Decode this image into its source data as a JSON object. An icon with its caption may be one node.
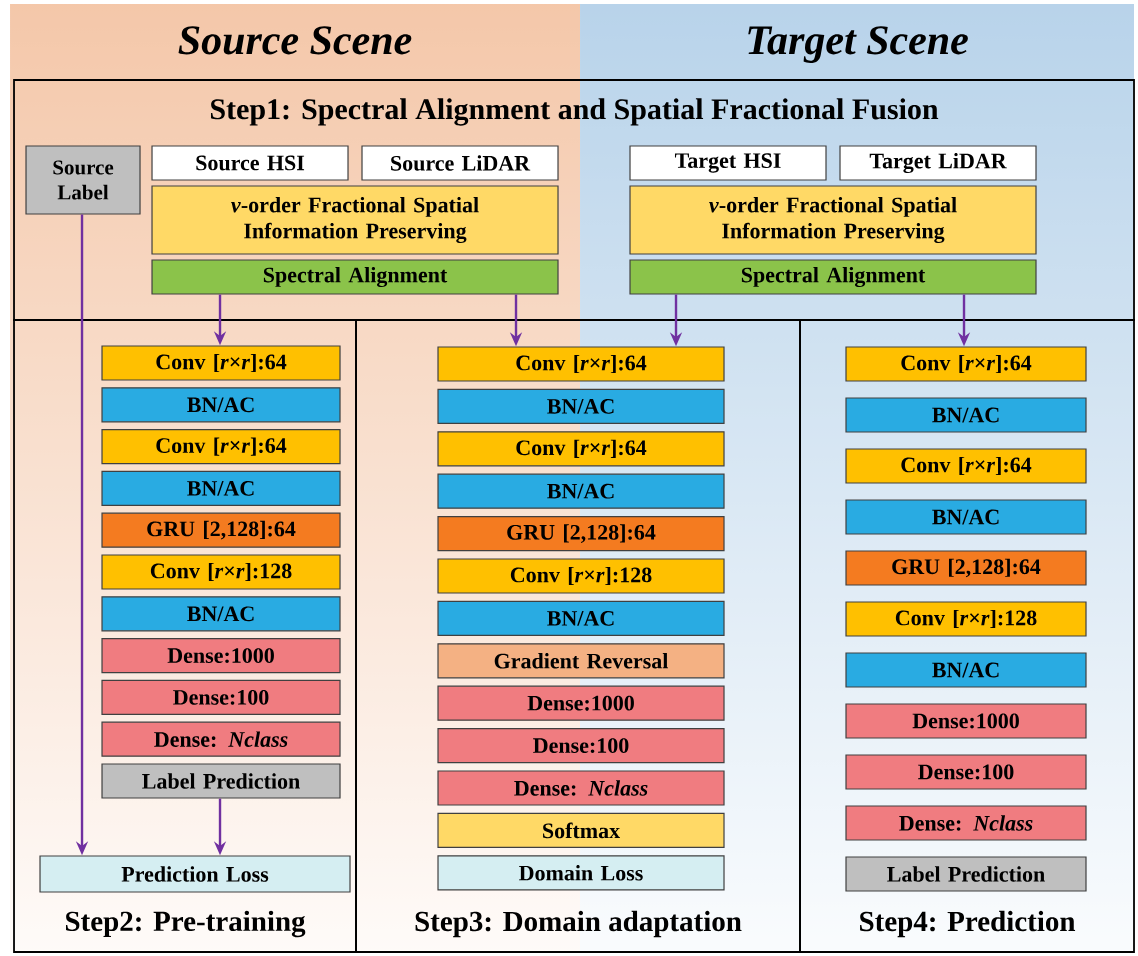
{
  "diagram": {
    "nodes": [
      {
        "text": [
          "Source Scene"
        ]
      },
      {
        "text": [
          "Target Scene"
        ]
      },
      {
        "text": [
          "Step1: Spectral Alignment and Spatial Fractional Fusion"
        ]
      },
      {
        "text": [
          "Source Label"
        ],
        "in": 2
      },
      {
        "text": [
          "Source HSI"
        ],
        "in": 2
      },
      {
        "text": [
          "Source LiDAR"
        ],
        "in": 2
      },
      {
        "text": [
          "*v*-order Fractional Spatial Information Preserving"
        ],
        "in": 2
      },
      {
        "text": [
          "Spectral Alignment"
        ],
        "in": 2
      },
      {
        "text": [
          "Target HSI"
        ],
        "in": 2
      },
      {
        "text": [
          "Target LiDAR"
        ],
        "in": 2
      },
      {
        "text": [
          "*v*-order Fractional Spatial Information Preserving"
        ],
        "in": 2
      },
      {
        "text": [
          "Spectral Alignment"
        ],
        "in": 2
      },
      {
        "text": [
          "Step2: Pre-training"
        ]
      },
      {
        "text": [
          "Conv [*r*×*r*]:64"
        ],
        "in": 12
      },
      {
        "text": [
          "BN/AC"
        ],
        "in": 12
      },
      {
        "text": [
          "Conv [*r*×*r*]:64"
        ],
        "in": 12
      },
      {
        "text": [
          "BN/AC"
        ],
        "in": 12
      },
      {
        "text": [
          "GRU [2,128]:64"
        ],
        "in": 12
      },
      {
        "text": [
          "Conv [*r*×*r*]:128"
        ],
        "in": 12
      },
      {
        "text": [
          "BN/AC"
        ],
        "in": 12
      },
      {
        "text": [
          "Dense:1000"
        ],
        "in": 12
      },
      {
        "text": [
          "Dense:100"
        ],
        "in": 12
      },
      {
        "text": [
          "Dense: *Nclass*"
        ],
        "in": 12
      },
      {
        "text": [
          "Label Prediction"
        ],
        "in": 12
      },
      {
        "text": [
          "Prediction Loss"
        ],
        "in": 12
      },
      {
        "text": [
          "Step3: Domain adaptation"
        ]
      },
      {
        "text": [
          "Conv [*r*×*r*]:64"
        ],
        "in": 25
      },
      {
        "text": [
          "BN/AC"
        ],
        "in": 25
      },
      {
        "text": [
          "Conv [*r*×*r*]:64"
        ],
        "in": 25
      },
      {
        "text": [
          "BN/AC"
        ],
        "in": 25
      },
      {
        "text": [
          "GRU [2,128]:64"
        ],
        "in": 25
      },
      {
        "text": [
          "Conv [*r*×*r*]:128"
        ],
        "in": 25
      },
      {
        "text": [
          "BN/AC"
        ],
        "in": 25
      },
      {
        "text": [
          "Gradient Reversal"
        ],
        "in": 25
      },
      {
        "text": [
          "Dense:1000"
        ],
        "in": 25
      },
      {
        "text": [
          "Dense:100"
        ],
        "in": 25
      },
      {
        "text": [
          "Dense: *Nclass*"
        ],
        "in": 25
      },
      {
        "text": [
          "Softmax"
        ],
        "in": 25
      },
      {
        "text": [
          "Domain Loss"
        ],
        "in": 25
      },
      {
        "text": [
          "Step4: Prediction"
        ]
      },
      {
        "text": [
          "Conv [*r*×*r*]:64"
        ],
        "in": 39
      },
      {
        "text": [
          "BN/AC"
        ],
        "in": 39
      },
      {
        "text": [
          "Conv [*r*×*r*]:64"
        ],
        "in": 39
      },
      {
        "text": [
          "BN/AC"
        ],
        "in": 39
      },
      {
        "text": [
          "GRU [2,128]:64"
        ],
        "in": 39
      },
      {
        "text": [
          "Conv [*r*×*r*]:128"
        ],
        "in": 39
      },
      {
        "text": [
          "BN/AC"
        ],
        "in": 39
      },
      {
        "text": [
          "Dense:1000"
        ],
        "in": 39
      },
      {
        "text": [
          "Dense:100"
        ],
        "in": 39
      },
      {
        "text": [
          "Dense: *Nclass*"
        ],
        "in": 39
      },
      {
        "text": [
          "Label Prediction"
        ],
        "in": 39
      }
    ],
    "edges": [
      {
        "from": 3,
        "to": 24,
        "arrow": "to"
      },
      {
        "from": 23,
        "to": 24,
        "arrow": "to"
      },
      {
        "from": 7,
        "to": 13,
        "arrow": "to"
      },
      {
        "from": 7,
        "to": 26,
        "arrow": "to"
      },
      {
        "from": 11,
        "to": 26,
        "arrow": "to"
      },
      {
        "from": 11,
        "to": 40,
        "arrow": "to"
      }
    ]
  }
}
